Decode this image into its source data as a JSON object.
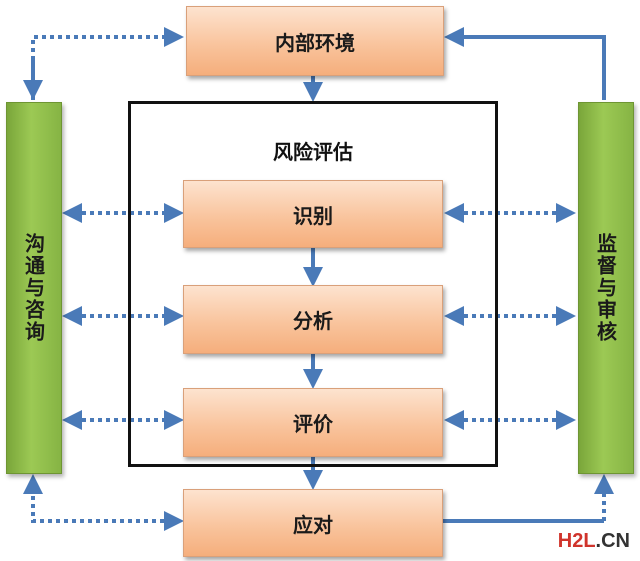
{
  "boxes": {
    "internal_env": "内部环境",
    "identify": "识别",
    "analyze": "分析",
    "evaluate": "评价",
    "respond": "应对"
  },
  "frame_title": "风险评估",
  "left_bar": "沟通与咨询",
  "right_bar": "监督与审核",
  "watermark": {
    "h2l": "H2L",
    "dot": ".",
    "cn": "CN"
  },
  "colors": {
    "arrow": "#4a7ab8",
    "box_fill": "#f9c49d",
    "bar_fill": "#9cc954",
    "frame": "#111111",
    "watermark": "#d0342c"
  }
}
